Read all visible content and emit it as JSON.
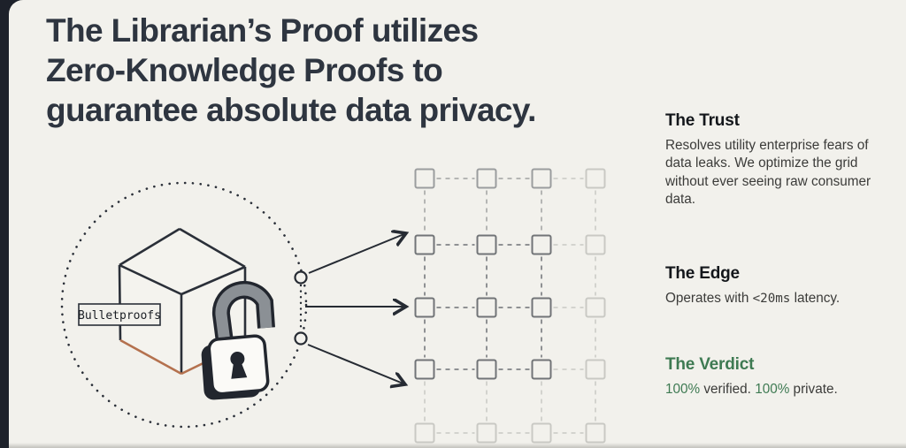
{
  "page": {
    "background_color": "#f2f1ec",
    "edge_color": "#1d212a",
    "accent_green": "#3e7a52",
    "cube_accent_orange": "#b4714e"
  },
  "headline": {
    "lines": [
      "The Librarian’s Proof utilizes",
      "Zero-Knowledge Proofs to",
      "guarantee absolute data privacy."
    ],
    "color": "#2e3540"
  },
  "sections": {
    "trust": {
      "title": "The Trust",
      "body": "Resolves utility enterprise fears of data leaks. We optimize the grid without ever seeing raw consumer data."
    },
    "edge": {
      "title": "The Edge",
      "body_prefix": "Operates with ",
      "body_mono": "<20ms",
      "body_suffix": " latency."
    },
    "verdict": {
      "title": "The Verdict",
      "stat1": "100%",
      "text1": " verified. ",
      "stat2": "100%",
      "text2": " private."
    }
  },
  "illustration": {
    "label": "Bulletproofs",
    "icons": [
      "dotted-circle",
      "cube-icon",
      "padlock-icon",
      "arrow-icon",
      "node-circle-icon",
      "grid-of-squares"
    ],
    "grid": {
      "cols_x": [
        470,
        540,
        602,
        663
      ],
      "rows_y": [
        202,
        277,
        348,
        418,
        490
      ],
      "size": 21,
      "pattern": [
        [
          "medium",
          "medium",
          "medium",
          "light"
        ],
        [
          "dark",
          "dark",
          "dark",
          "light"
        ],
        [
          "dark",
          "dark",
          "dark",
          "light"
        ],
        [
          "dark",
          "dark",
          "dark",
          "light"
        ],
        [
          "light",
          "light",
          "light",
          "light"
        ]
      ],
      "square_colors": {
        "dark": "#717477",
        "medium": "#9b9d9e",
        "light": "#c9c9c4"
      },
      "dash_colors": {
        "dark": "#8f9193",
        "medium": "#b5b6b4",
        "light": "#d3d3ce"
      }
    }
  }
}
